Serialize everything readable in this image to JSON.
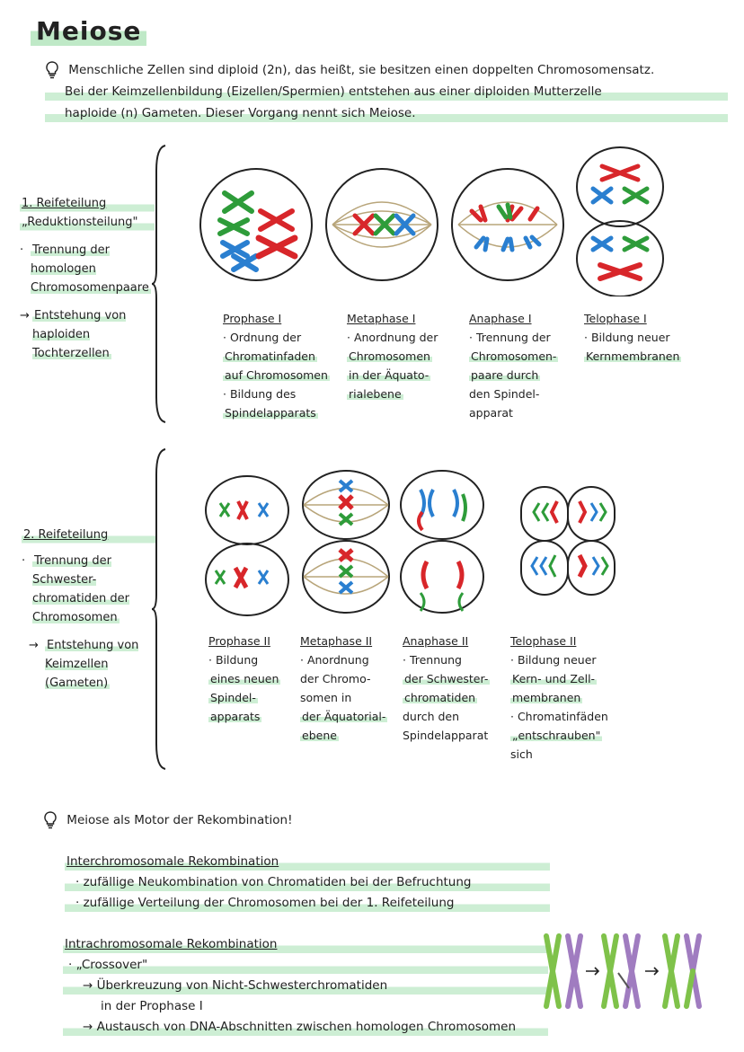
{
  "title": "Meiose",
  "intro": {
    "line1": "Menschliche Zellen sind diploid (2n), das heißt, sie besitzen einen doppelten Chromosomensatz.",
    "line2": "Bei der Keimzellenbildung (Eizellen/Spermien) entstehen aus einer diploiden Mutterzelle",
    "line3": "haploide (n) Gameten. Dieser Vorgang nennt sich Meiose."
  },
  "div1": {
    "heading": "1. Reifeteilung",
    "subheading": "„Reduktionsteilung\"",
    "point": "Trennung der homologen Chromosomenpaare",
    "result": "Entstehung von haploiden Tochterzellen",
    "phases": [
      {
        "name": "Prophase I",
        "lines": [
          "· Ordnung der",
          "Chromatinfaden",
          "auf Chromosomen",
          "· Bildung des",
          "Spindelapparats"
        ]
      },
      {
        "name": "Metaphase I",
        "lines": [
          "· Anordnung der",
          "Chromosomen",
          "in der Äquato-",
          "rialebene"
        ]
      },
      {
        "name": "Anaphase I",
        "lines": [
          "· Trennung der",
          "Chromosomen-",
          "paare durch",
          "den Spindel-",
          "apparat"
        ]
      },
      {
        "name": "Telophase I",
        "lines": [
          "· Bildung neuer",
          "Kernmembranen"
        ]
      }
    ]
  },
  "div2": {
    "heading": "2. Reifeteilung",
    "point": "Trennung der Schwester-chromatiden der Chromosomen",
    "result": "Entstehung von Keimzellen (Gameten)",
    "phases": [
      {
        "name": "Prophase II",
        "lines": [
          "· Bildung",
          "eines neuen",
          "Spindel-",
          "apparats"
        ]
      },
      {
        "name": "Metaphase II",
        "lines": [
          "· Anordnung",
          "der Chromo-",
          "somen in",
          "der Äquatorial-",
          "ebene"
        ]
      },
      {
        "name": "Anaphase II",
        "lines": [
          "· Trennung",
          "der Schwester-",
          "chromatiden",
          "durch den",
          "Spindelapparat"
        ]
      },
      {
        "name": "Telophase II",
        "lines": [
          "· Bildung neuer",
          "Kern- und Zell-",
          "membranen",
          "· Chromatinfäden",
          "„entschrauben\"",
          "sich"
        ]
      }
    ]
  },
  "recomb": {
    "heading": "Meiose als Motor der Rekombination!",
    "inter_title": "Interchromosomale Rekombination",
    "inter1": "· zufällige Neukombination von Chromatiden bei der Befruchtung",
    "inter2": "· zufällige Verteilung der Chromosomen bei der 1. Reifeteilung",
    "intra_title": "Intrachromosomale Rekombination",
    "intra1": "· „Crossover\"",
    "intra2": "→ Überkreuzung von Nicht-Schwesterchromatiden",
    "intra3": "in der Prophase I",
    "intra4": "→ Austausch von DNA-Abschnitten zwischen homologen Chromosomen"
  },
  "colors": {
    "green": "#2e9c3a",
    "red": "#d8262a",
    "blue": "#2a7fd0",
    "spindle": "#b8a57a",
    "purple": "#a07cc0",
    "lightgreen": "#7fc24a",
    "highlight": "#cdeed4"
  }
}
